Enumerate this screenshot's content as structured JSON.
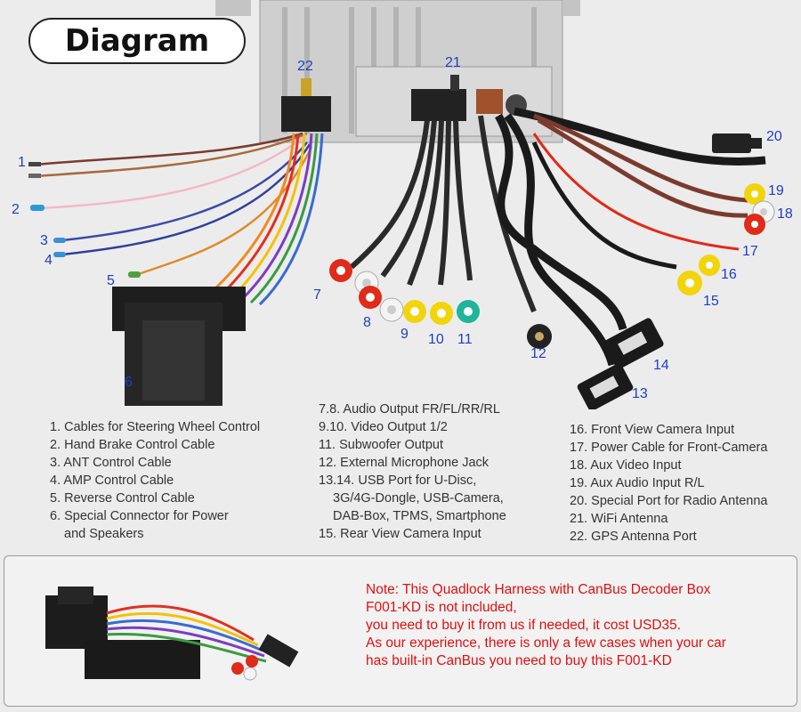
{
  "title": "Diagram",
  "callouts": [
    "1",
    "2",
    "3",
    "4",
    "5",
    "6",
    "7",
    "8",
    "9",
    "10",
    "11",
    "12",
    "13",
    "14",
    "15",
    "16",
    "17",
    "18",
    "19",
    "20",
    "21",
    "22"
  ],
  "legend": {
    "col1": [
      "1. Cables for Steering Wheel Control",
      "2. Hand Brake Control Cable",
      "3. ANT Control Cable",
      "4. AMP Control Cable",
      "5. Reverse Control Cable",
      "6. Special Connector for Power",
      "and Speakers"
    ],
    "col2": [
      "7.8. Audio Output FR/FL/RR/RL",
      "9.10. Video Output 1/2",
      "11. Subwoofer Output",
      "12. External Microphone Jack",
      "13.14. USB Port for U-Disc,",
      "3G/4G-Dongle, USB-Camera,",
      "DAB-Box, TPMS, Smartphone",
      "15. Rear View Camera Input"
    ],
    "col3": [
      "16. Front View Camera Input",
      "17. Power Cable for Front-Camera",
      "18. Aux Video Input",
      "19. Aux Audio Input R/L",
      "20. Special Port for Radio Antenna",
      "21. WiFi Antenna",
      "22. GPS Antenna Port"
    ]
  },
  "note": [
    "Note: This Quadlock Harness with CanBus Decoder Box",
    "F001-KD is not included,",
    "you need to buy it from us if needed, it cost USD35.",
    "As our experience, there is only a few cases when your car",
    "has built-in CanBus you need to buy this F001-KD"
  ],
  "colors": {
    "callout": "#1f3fc0",
    "note": "#e01010",
    "rca_red": "#e02a1a",
    "rca_white": "#f4f4f4",
    "rca_yellow": "#f2d40a",
    "rca_green": "#20b49a"
  }
}
